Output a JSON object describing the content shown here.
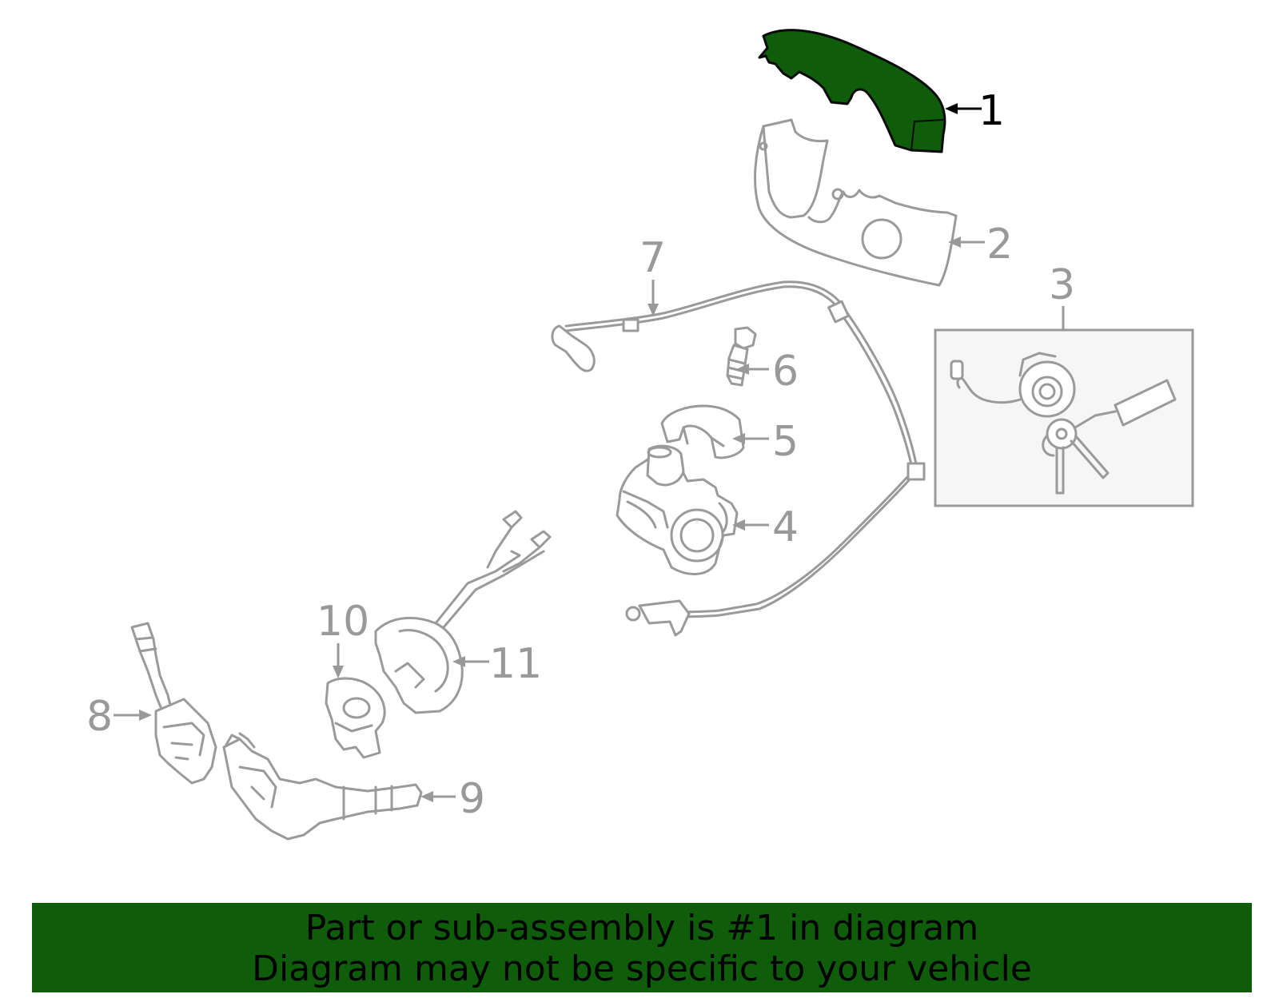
{
  "diagram": {
    "callouts": [
      {
        "id": "1",
        "label": "1",
        "active": true
      },
      {
        "id": "2",
        "label": "2",
        "active": false
      },
      {
        "id": "3",
        "label": "3",
        "active": false
      },
      {
        "id": "4",
        "label": "4",
        "active": false
      },
      {
        "id": "5",
        "label": "5",
        "active": false
      },
      {
        "id": "6",
        "label": "6",
        "active": false
      },
      {
        "id": "7",
        "label": "7",
        "active": false
      },
      {
        "id": "8",
        "label": "8",
        "active": false
      },
      {
        "id": "9",
        "label": "9",
        "active": false
      },
      {
        "id": "10",
        "label": "10",
        "active": false
      },
      {
        "id": "11",
        "label": "11",
        "active": false
      }
    ],
    "highlight_color": "#0f5c0b",
    "part_line_color": "#9a9a9a"
  },
  "banner": {
    "line1": "Part or sub-assembly is #1 in diagram",
    "line2": "Diagram may not be specific to your vehicle",
    "background_color": "#0f5c0b"
  }
}
